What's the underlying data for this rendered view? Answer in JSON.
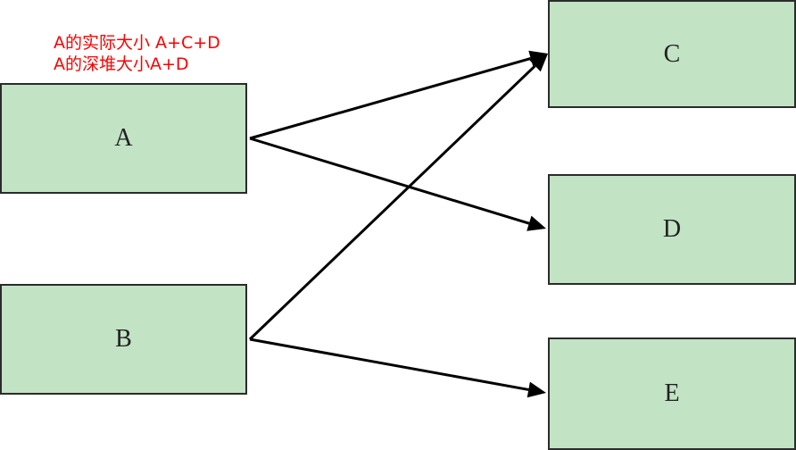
{
  "annotation": {
    "line1": "A的实际大小 A+C+D",
    "line2": "A的深堆大小A+D"
  },
  "nodes": {
    "a": "A",
    "b": "B",
    "c": "C",
    "d": "D",
    "e": "E"
  },
  "edges": [
    {
      "from": "A",
      "to": "C"
    },
    {
      "from": "A",
      "to": "D"
    },
    {
      "from": "B",
      "to": "C"
    },
    {
      "from": "B",
      "to": "E"
    }
  ],
  "colors": {
    "node_fill": "#c2e3c4",
    "node_border": "#2b2b2b",
    "edge": "#000000",
    "annotation": "#ff0000"
  }
}
